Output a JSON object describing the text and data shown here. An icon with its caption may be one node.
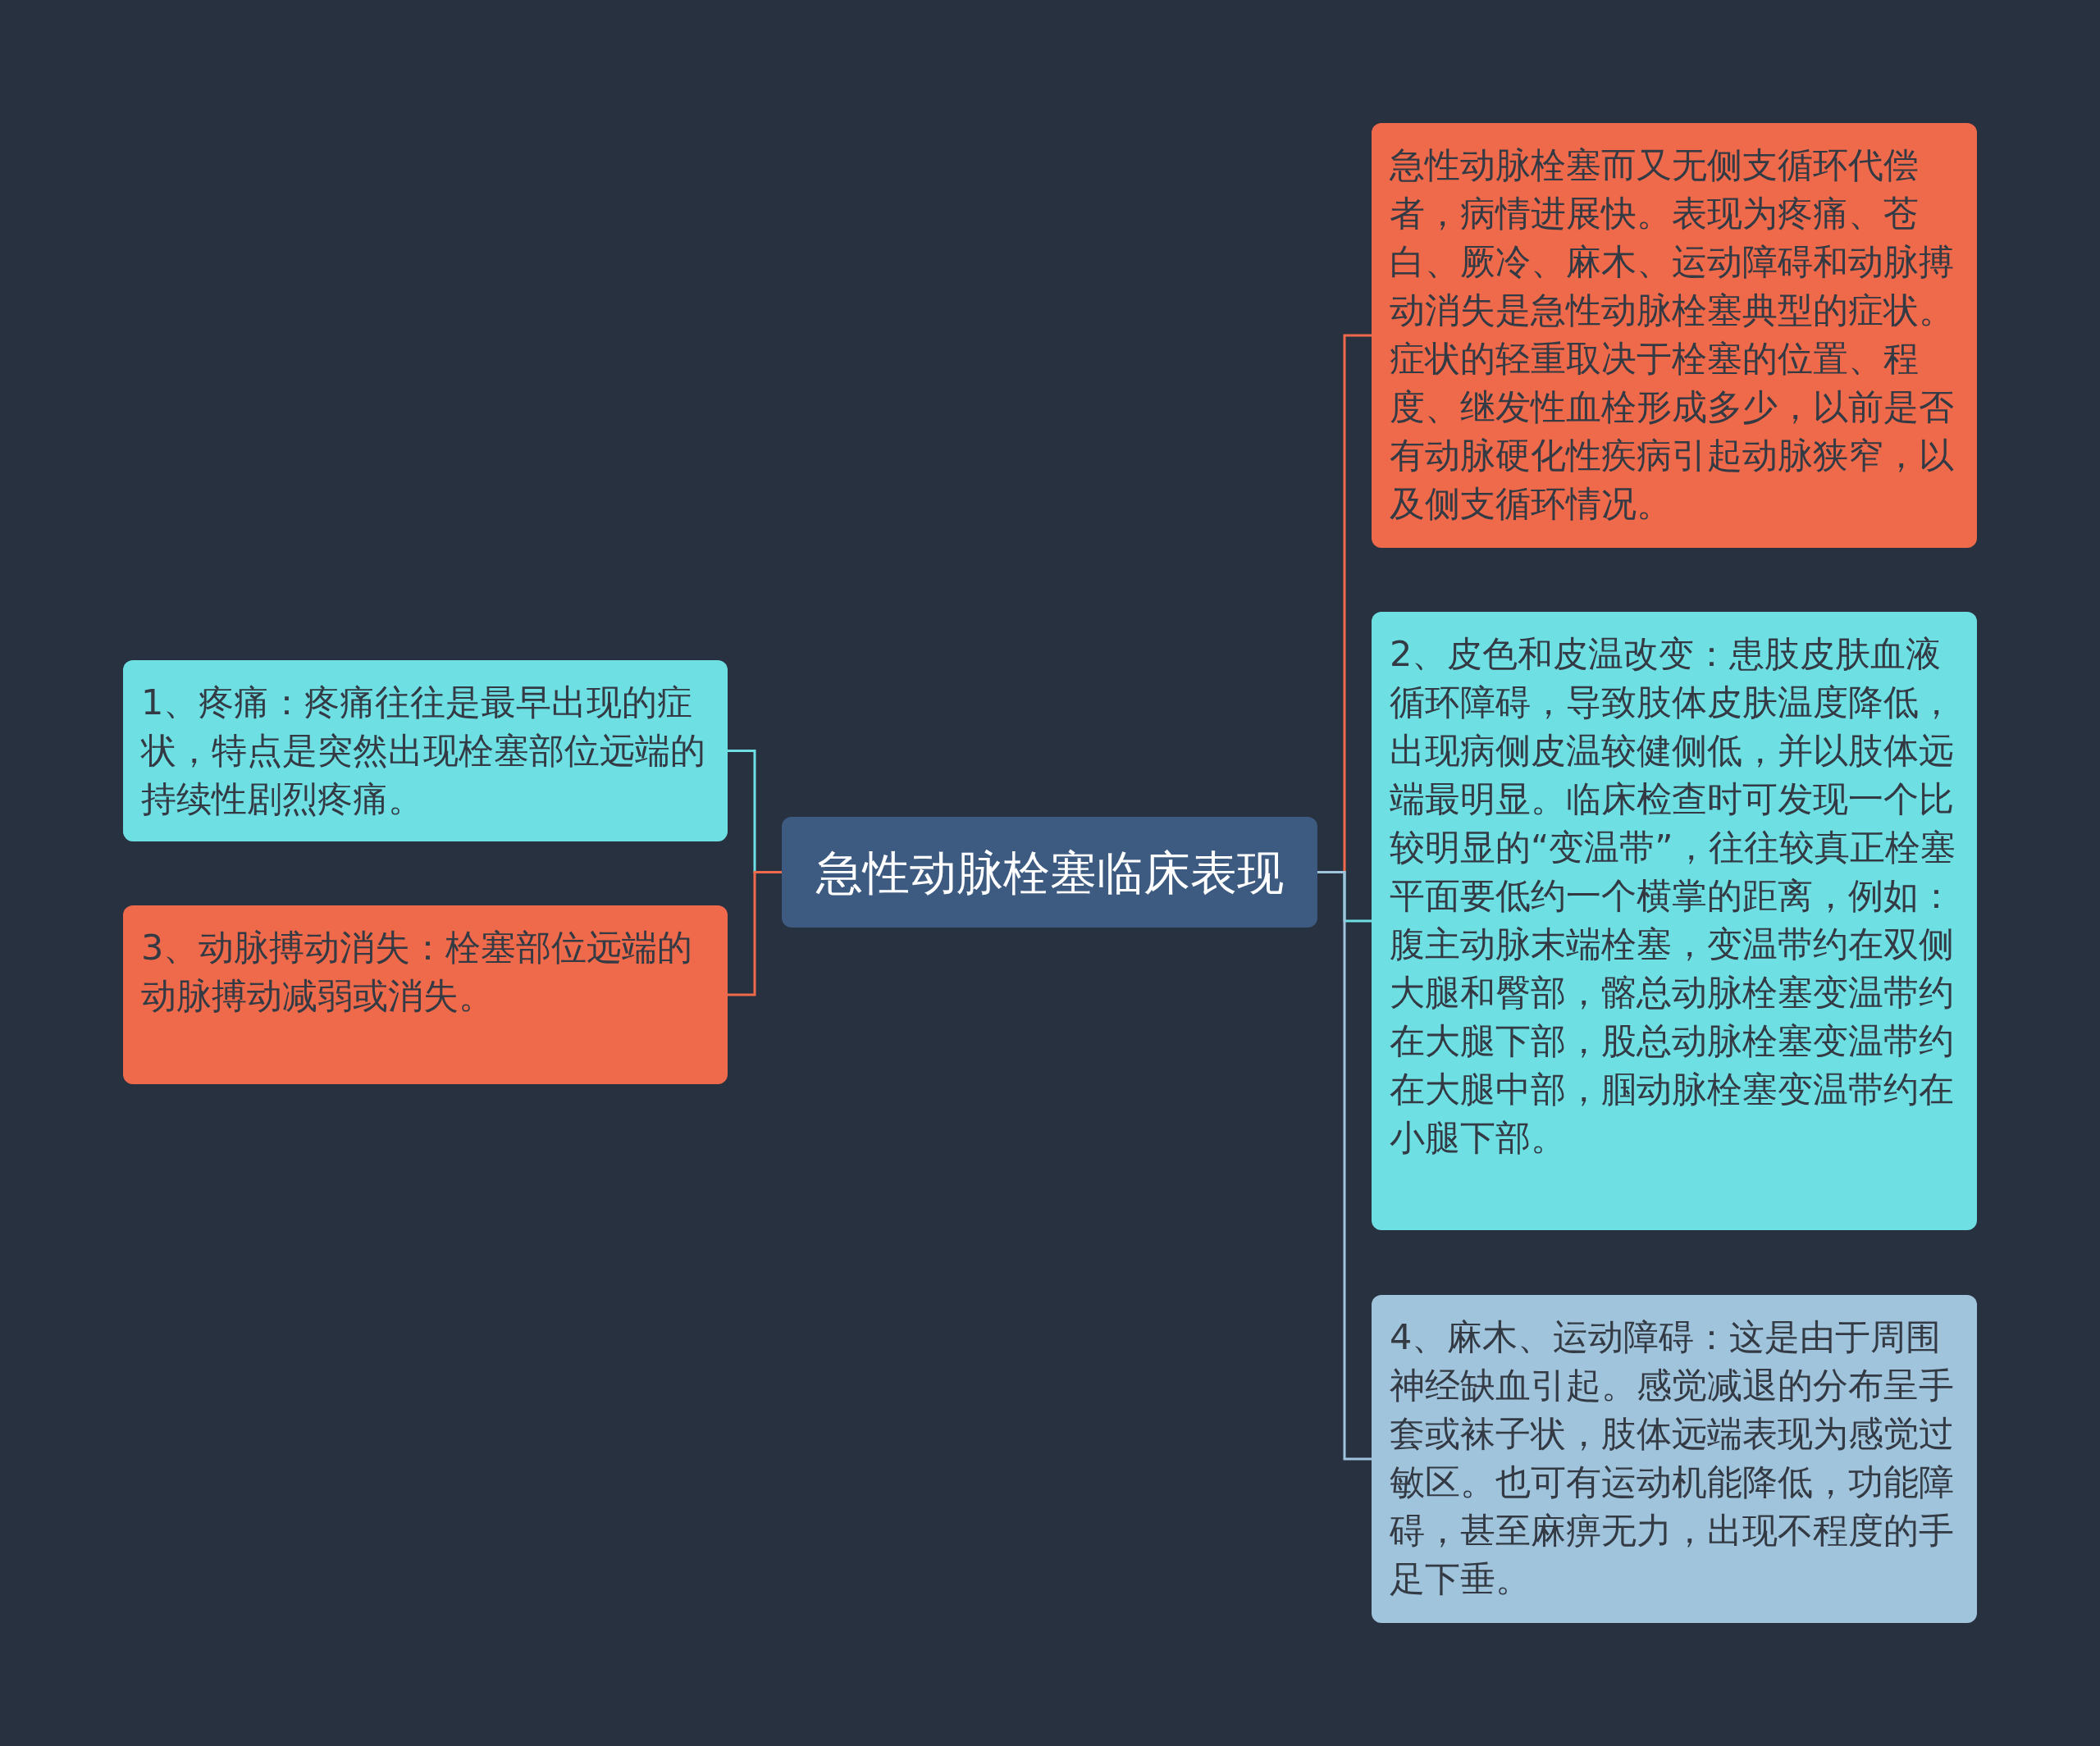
{
  "diagram": {
    "nodes": [
      {
        "text": [
          "急性动脉栓塞临床表现"
        ]
      },
      {
        "text": [
          "1、疼痛：疼痛往往是最早出现的症状，特点是突然出现栓塞部位远端的持续性剧烈疼痛。"
        ]
      },
      {
        "text": [
          "3、动脉搏动消失：栓塞部位远端的动脉搏动减弱或消失。"
        ]
      },
      {
        "text": [
          "急性动脉栓塞而又无侧支循环代偿者，病情进展快。表现为疼痛、苍白、厥冷、麻木、运动障碍和动脉搏动消失是急性动脉栓塞典型的症状。症状的轻重取决于栓塞的位置、程度、继发性血栓形成多少，以前是否有动脉硬化性疾病引起动脉狭窄，以及侧支循环情况。"
        ]
      },
      {
        "text": [
          "2、皮色和皮温改变：患肢皮肤血液循环障碍，导致肢体皮肤温度降低，出现病侧皮温较健侧低，并以肢体远端最明显。临床检查时可发现一个比较明显的“变温带”，往往较真正栓塞平面要低约一个横掌的距离，例如：腹主动脉末端栓塞，变温带约在双侧大腿和臀部，髂总动脉栓塞变温带约在大腿下部，股总动脉栓塞变温带约在大腿中部，腘动脉栓塞变温带约在小腿下部。"
        ]
      },
      {
        "text": [
          "4、麻木、运动障碍：这是由于周围神经缺血引起。感觉减退的分布呈手套或袜子状，肢体远端表现为感觉过敏区。也可有运动机能降低，功能障碍，甚至麻痹无力，出现不程度的手足下垂。"
        ]
      }
    ],
    "edges": [
      {
        "from": 0,
        "to": 1,
        "arrow": "none",
        "color": "#6ee0e4"
      },
      {
        "from": 0,
        "to": 2,
        "arrow": "none",
        "color": "#ef6a4b"
      },
      {
        "from": 0,
        "to": 3,
        "arrow": "none",
        "color": "#ef6a4b"
      },
      {
        "from": 0,
        "to": 4,
        "arrow": "none",
        "color": "#6ee0e4"
      },
      {
        "from": 0,
        "to": 5,
        "arrow": "none",
        "color": "#a0c4dc"
      }
    ]
  }
}
